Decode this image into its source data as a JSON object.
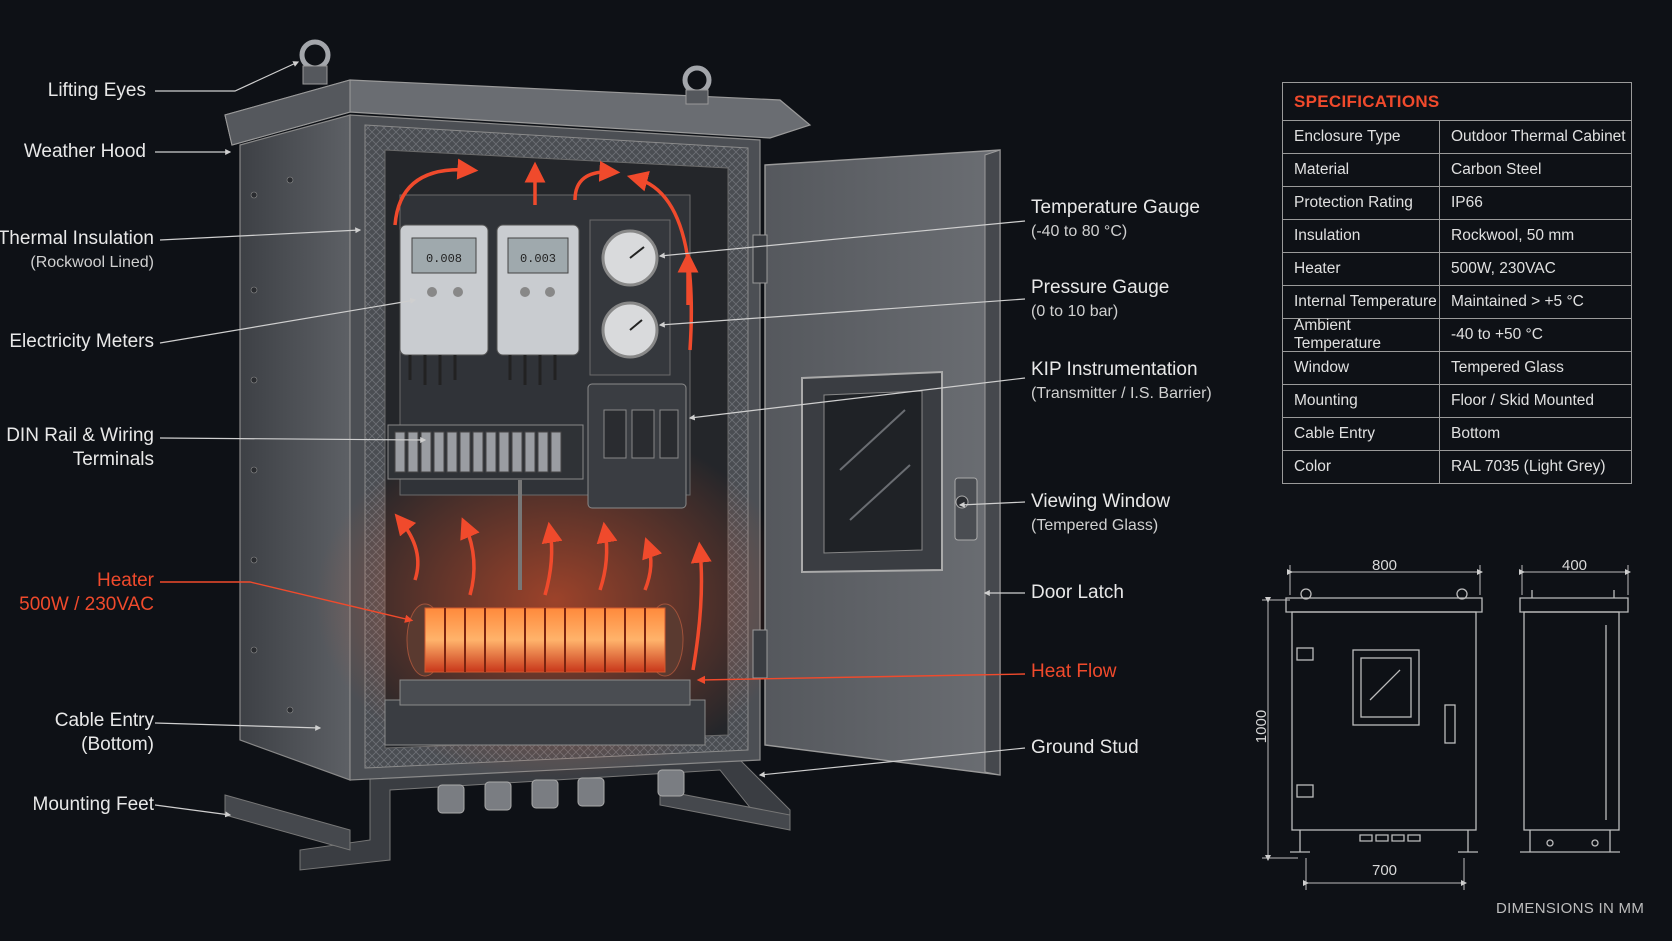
{
  "callouts": {
    "lifting_eyes": "Lifting Eyes",
    "weather_hood": "Weather Hood",
    "thermal_insulation": "Thermal Insulation",
    "thermal_insulation_sub": "(Rockwool Lined)",
    "electricity_meters": "Electricity Meters",
    "din_rail": "DIN Rail & Wiring",
    "din_rail_sub": "Terminals",
    "heater": "Heater",
    "heater_sub": "500W / 230VAC",
    "cable_entry": "Cable Entry",
    "cable_entry_sub": "(Bottom)",
    "mounting_feet": "Mounting Feet",
    "temp_gauge": "Temperature Gauge",
    "temp_gauge_sub": "(-40 to 80 °C)",
    "pressure_gauge": "Pressure Gauge",
    "pressure_gauge_sub": "(0 to 10 bar)",
    "kip": "KIP Instrumentation",
    "kip_sub": "(Transmitter / I.S. Barrier)",
    "viewing_window": "Viewing Window",
    "viewing_window_sub": "(Tempered Glass)",
    "door_latch": "Door Latch",
    "heat_flow": "Heat Flow",
    "ground_stud": "Ground Stud"
  },
  "specifications": {
    "title": "SPECIFICATIONS",
    "rows": [
      {
        "key": "Enclosure Type",
        "value": "Outdoor Thermal Cabinet"
      },
      {
        "key": "Material",
        "value": "Carbon Steel"
      },
      {
        "key": "Protection Rating",
        "value": "IP66"
      },
      {
        "key": "Insulation",
        "value": "Rockwool, 50 mm"
      },
      {
        "key": "Heater",
        "value": "500W, 230VAC"
      },
      {
        "key": "Internal Temperature",
        "value": "Maintained > +5 °C"
      },
      {
        "key": "Ambient Temperature",
        "value": "-40 to +50 °C"
      },
      {
        "key": "Window",
        "value": "Tempered Glass"
      },
      {
        "key": "Mounting",
        "value": "Floor / Skid Mounted"
      },
      {
        "key": "Cable Entry",
        "value": "Bottom"
      },
      {
        "key": "Color",
        "value": "RAL 7035 (Light Grey)"
      }
    ]
  },
  "dimensions": {
    "width_top": "800",
    "depth": "400",
    "height": "1000",
    "base_width": "700",
    "note": "DIMENSIONS IN MM"
  },
  "colors": {
    "background": "#0e1116",
    "accent_red": "#f04a2c",
    "steel": "#5a5d62",
    "line": "#bfbfbf"
  }
}
